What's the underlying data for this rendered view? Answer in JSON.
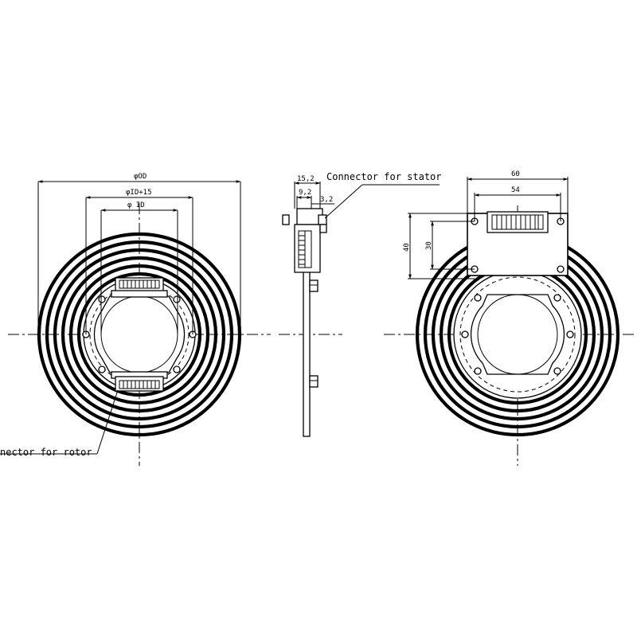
{
  "labels": {
    "stator_connector": "Connector for stator",
    "rotor_connector": "nector for rotor"
  },
  "dimensions": {
    "od": "φOD",
    "id_plus": "φID+15",
    "id": "φ ID",
    "side_overall": "15,2",
    "side_mid": "9,2",
    "side_small": "3,2",
    "right_width": "60",
    "right_inner": "54",
    "right_height_outer": "40",
    "right_height_inner": "30"
  }
}
